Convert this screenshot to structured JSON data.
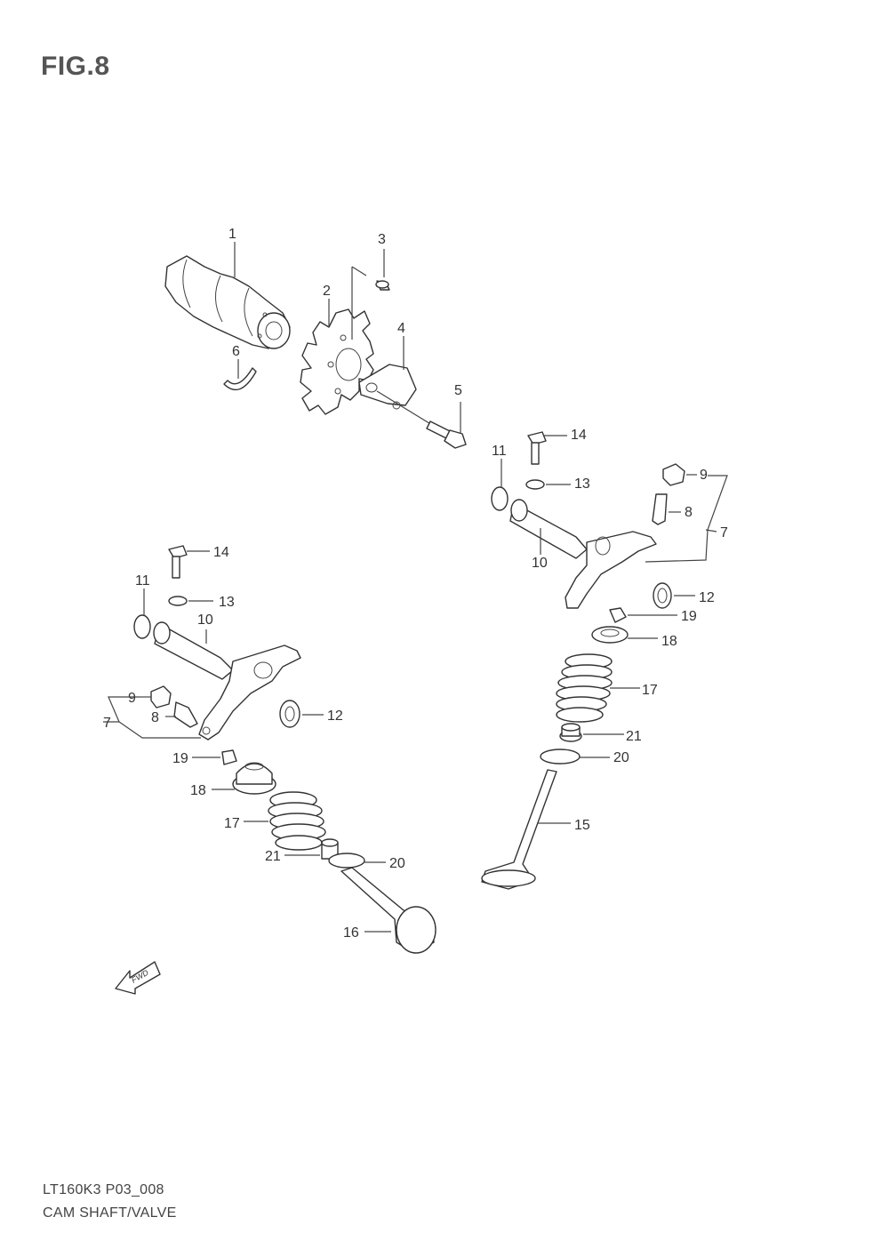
{
  "header": {
    "figure_label": "FIG.8"
  },
  "footer": {
    "model_code": "LT160K3 P03_008",
    "caption": "CAM SHAFT/VALVE"
  },
  "fwd_arrow": {
    "label": "FWD"
  },
  "callouts": {
    "c1": "1",
    "c2": "2",
    "c3": "3",
    "c4": "4",
    "c5": "5",
    "c6": "6",
    "r14": "14",
    "r11": "11",
    "r13": "13",
    "r9": "9",
    "r8": "8",
    "r7": "7",
    "r10": "10",
    "r12": "12",
    "r19": "19",
    "r18": "18",
    "r17": "17",
    "r21": "21",
    "r20": "20",
    "r15": "15",
    "l14": "14",
    "l11": "11",
    "l13": "13",
    "l10": "10",
    "l9": "9",
    "l8": "8",
    "l7": "7",
    "l12": "12",
    "l19": "19",
    "l18": "18",
    "l17": "17",
    "l21": "21",
    "l20": "20",
    "l16": "16"
  }
}
